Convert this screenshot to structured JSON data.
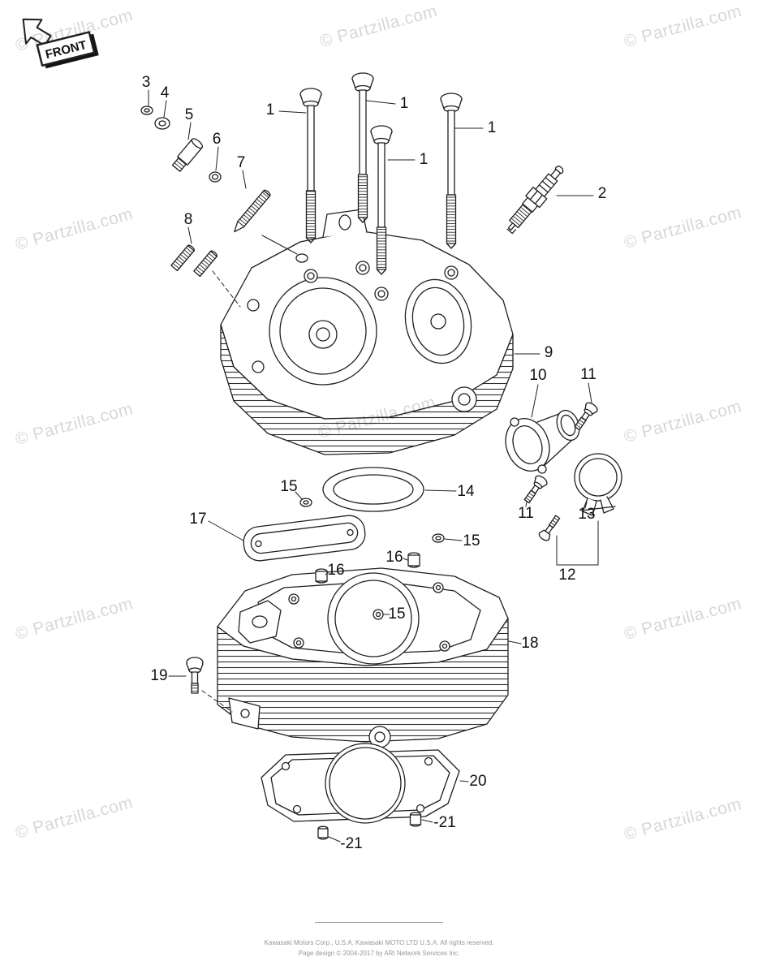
{
  "page": {
    "front_label": "FRONT",
    "watermark_text": "© Partzilla.com",
    "footer": {
      "line1": "Kawasaki Motors Corp., U.S.A. Kawasaki MOTO LTD U.S.A. All rights reserved.",
      "line2": "Page design © 2004-2017 by ARI Network Services Inc."
    }
  },
  "callouts": [
    {
      "label": "1"
    },
    {
      "label": "1"
    },
    {
      "label": "1"
    },
    {
      "label": "1"
    },
    {
      "label": "2"
    },
    {
      "label": "3"
    },
    {
      "label": "4"
    },
    {
      "label": "5"
    },
    {
      "label": "6"
    },
    {
      "label": "7"
    },
    {
      "label": "8"
    },
    {
      "label": "9"
    },
    {
      "label": "10"
    },
    {
      "label": "11"
    },
    {
      "label": "11"
    },
    {
      "label": "12"
    },
    {
      "label": "13"
    },
    {
      "label": "14"
    },
    {
      "label": "15"
    },
    {
      "label": "15"
    },
    {
      "label": "15"
    },
    {
      "label": "16"
    },
    {
      "label": "16"
    },
    {
      "label": "17"
    },
    {
      "label": "18"
    },
    {
      "label": "19"
    },
    {
      "label": "20"
    },
    {
      "label": "-21"
    },
    {
      "label": "-21"
    }
  ]
}
